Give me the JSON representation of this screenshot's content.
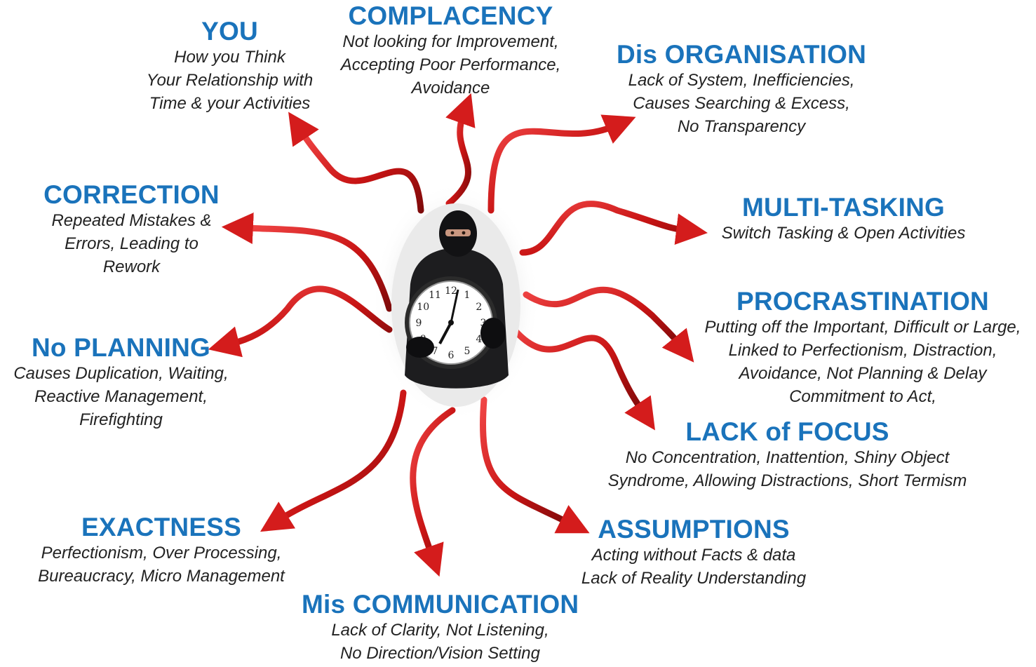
{
  "colors": {
    "title": "#1a73bb",
    "text": "#222222",
    "arrow": "#d01f1f",
    "arrow_dark": "#8a0b0b"
  },
  "nodes": [
    {
      "id": "you",
      "title": "YOU",
      "lines": [
        "How you Think",
        "Your Relationship with",
        "Time & your Activities"
      ]
    },
    {
      "id": "complacency",
      "title": "COMPLACENCY",
      "lines": [
        "Not looking for Improvement,",
        "Accepting Poor Performance,",
        "Avoidance"
      ]
    },
    {
      "id": "disorganisation",
      "title": "Dis ORGANISATION",
      "lines": [
        "Lack of System, Inefficiencies,",
        "Causes Searching & Excess,",
        "No Transparency"
      ]
    },
    {
      "id": "multitasking",
      "title": "MULTI-TASKING",
      "lines": [
        "Switch Tasking & Open Activities"
      ]
    },
    {
      "id": "procrastination",
      "title": "PROCRASTINATION",
      "lines": [
        "Putting off the Important, Difficult or Large,",
        "Linked to Perfectionism, Distraction,",
        "Avoidance, Not Planning & Delay",
        "Commitment to Act,"
      ]
    },
    {
      "id": "lackoffocus",
      "title": "LACK of FOCUS",
      "lines": [
        "No Concentration, Inattention, Shiny Object",
        "Syndrome, Allowing Distractions, Short Termism"
      ]
    },
    {
      "id": "assumptions",
      "title": "ASSUMPTIONS",
      "lines": [
        "Acting without Facts & data",
        "Lack of Reality Understanding"
      ]
    },
    {
      "id": "miscommunication",
      "title": "Mis COMMUNICATION",
      "lines": [
        "Lack of Clarity, Not Listening,",
        "No Direction/Vision Setting"
      ]
    },
    {
      "id": "exactness",
      "title": "EXACTNESS",
      "lines": [
        "Perfectionism, Over Processing,",
        "Bureaucracy, Micro Management"
      ]
    },
    {
      "id": "noplanning",
      "title": "No PLANNING",
      "lines": [
        "Causes Duplication, Waiting,",
        "Reactive Management,",
        "Firefighting"
      ]
    },
    {
      "id": "correction",
      "title": "CORRECTION",
      "lines": [
        "Repeated Mistakes &",
        "Errors, Leading to",
        "Rework"
      ]
    }
  ],
  "clock": {
    "numerals": [
      "12",
      "1",
      "2",
      "3",
      "4",
      "5",
      "6",
      "7",
      "8",
      "9",
      "10",
      "11"
    ]
  }
}
